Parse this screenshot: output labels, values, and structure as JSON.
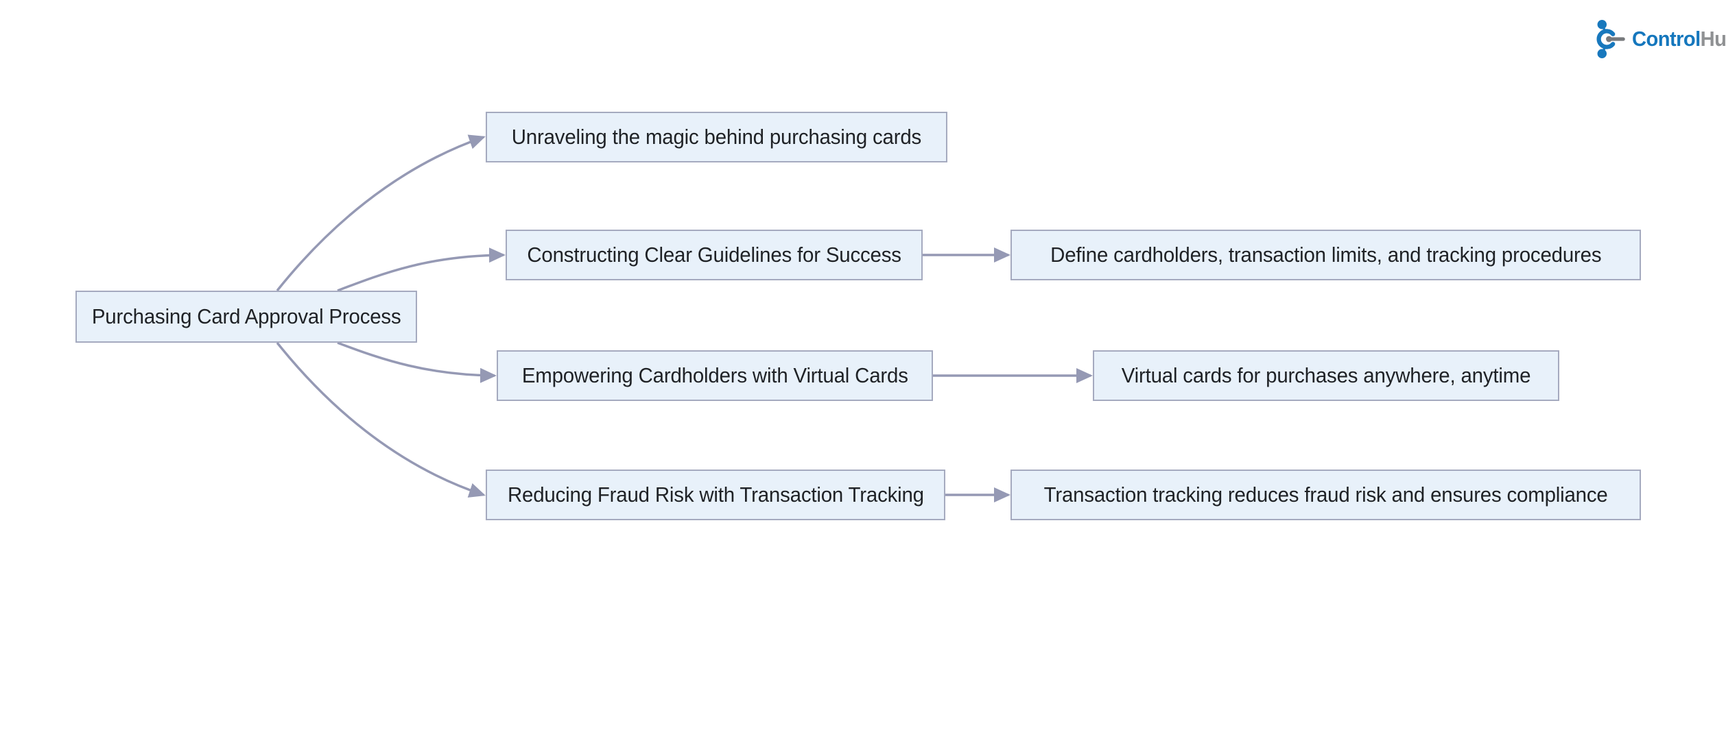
{
  "brand": {
    "wordmark_primary": "Control",
    "wordmark_secondary": "Hub",
    "full_name": "ControlHub",
    "icon": "hub-network-icon",
    "colors": {
      "primary_blue": "#1577bd",
      "secondary_gray": "#8f9193",
      "icon_gray": "#77797c"
    }
  },
  "diagram": {
    "type": "flowchart",
    "orientation": "left-to-right",
    "colors": {
      "node_fill": "#e8f1fa",
      "node_border": "#a5aabf",
      "edge": "#9599b4",
      "text": "#1f2226"
    },
    "nodes": {
      "root": {
        "label": "Purchasing Card Approval Process"
      },
      "topic1": {
        "label": "Unraveling the magic behind purchasing cards"
      },
      "topic2": {
        "label": "Constructing Clear Guidelines for Success"
      },
      "detail2": {
        "label": "Define cardholders, transaction limits, and tracking procedures"
      },
      "topic3": {
        "label": "Empowering Cardholders with Virtual Cards"
      },
      "detail3": {
        "label": "Virtual cards for purchases anywhere, anytime"
      },
      "topic4": {
        "label": "Reducing Fraud Risk with Transaction Tracking"
      },
      "detail4": {
        "label": "Transaction tracking reduces fraud risk and ensures compliance"
      }
    },
    "edges": [
      {
        "from": "root",
        "to": "topic1"
      },
      {
        "from": "root",
        "to": "topic2"
      },
      {
        "from": "root",
        "to": "topic3"
      },
      {
        "from": "root",
        "to": "topic4"
      },
      {
        "from": "topic2",
        "to": "detail2"
      },
      {
        "from": "topic3",
        "to": "detail3"
      },
      {
        "from": "topic4",
        "to": "detail4"
      }
    ]
  }
}
